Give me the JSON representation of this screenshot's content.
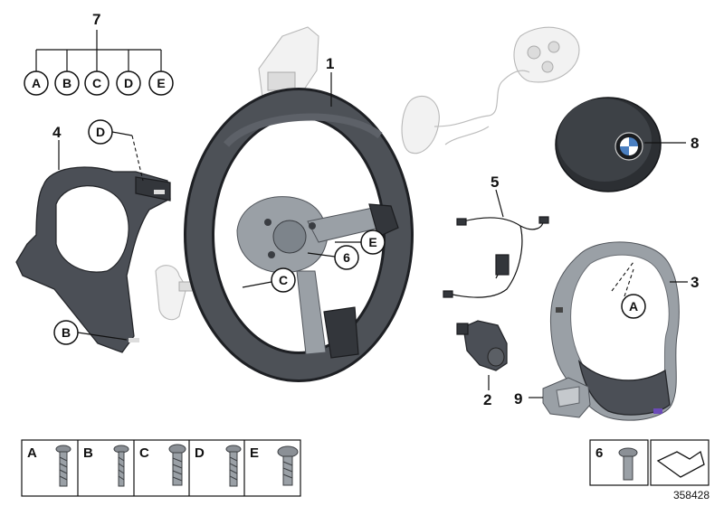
{
  "callouts": {
    "n1": "1",
    "n2": "2",
    "n3": "3",
    "n4": "4",
    "n5": "5",
    "n6": "6",
    "n7": "7",
    "n8": "8",
    "n9": "9"
  },
  "letters": {
    "a": "A",
    "b": "B",
    "c": "C",
    "d": "D",
    "e": "E"
  },
  "legend": {
    "screws": [
      {
        "key": "A"
      },
      {
        "key": "B"
      },
      {
        "key": "C"
      },
      {
        "key": "D"
      },
      {
        "key": "E"
      }
    ],
    "bolt6": "6"
  },
  "reference_number": "358428"
}
